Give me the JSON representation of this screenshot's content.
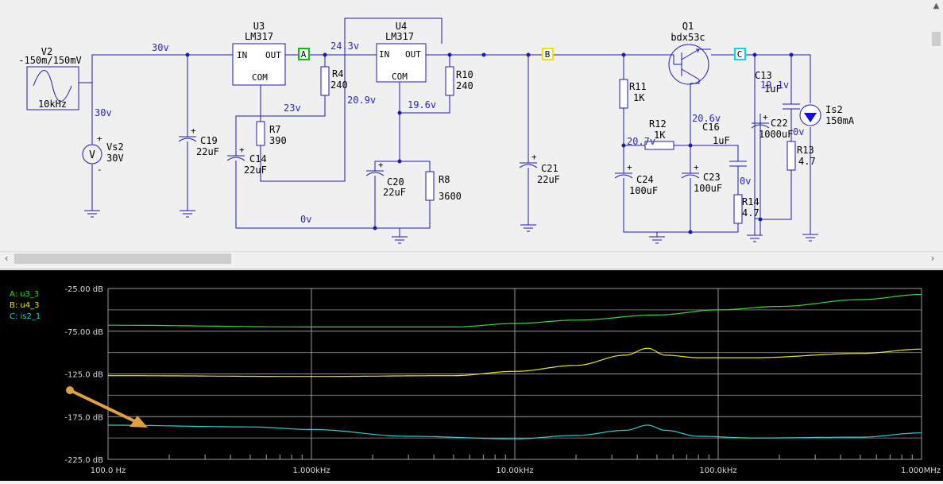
{
  "schematic": {
    "components": {
      "v2_name": "V2",
      "v2_value": "-150m/150mV",
      "v2_freq": "10kHz",
      "vs2_name": "Vs2",
      "vs2_value": "30V",
      "vs2_symbol": "V",
      "u3_name": "U3",
      "u3_part": "LM317",
      "u3_in": "IN",
      "u3_out": "OUT",
      "u3_com": "COM",
      "u4_name": "U4",
      "u4_part": "LM317",
      "u4_in": "IN",
      "u4_out": "OUT",
      "u4_com": "COM",
      "q1_name": "Q1",
      "q1_part": "bdx53c",
      "r4_name": "R4",
      "r4_value": "240",
      "r7_name": "R7",
      "r7_value": "390",
      "r8_name": "R8",
      "r8_value": "3600",
      "r10_name": "R10",
      "r10_value": "240",
      "r11_name": "R11",
      "r11_value": "1K",
      "r12_name": "R12",
      "r12_value": "1K",
      "r13_name": "R13",
      "r13_value": "4.7",
      "r14_name": "R14",
      "r14_value": "4.7",
      "c19_name": "C19",
      "c19_value": "22uF",
      "c14_name": "C14",
      "c14_value": "22uF",
      "c20_name": "C20",
      "c20_value": "22uF",
      "c21_name": "C21",
      "c21_value": "22uF",
      "c24_name": "C24",
      "c24_value": "100uF",
      "c23_name": "C23",
      "c23_value": "100uF",
      "c16_name": "C16",
      "c16_value": "1uF",
      "c13_name": "C13",
      "c13_value": "1uF",
      "c22_name": "C22",
      "c22_value": "1000uF",
      "is2_name": "Is2",
      "is2_value": "150mA",
      "plus": "+",
      "minus": "-"
    },
    "net_labels": {
      "n30v_top": "30v",
      "n30v_vs": "30v",
      "n24_3v": "24.3v",
      "n23v": "23v",
      "n20_9v": "20.9v",
      "n19_6v": "19.6v",
      "n0v": "0v",
      "n20_7v": "20.7v",
      "n20_6v": "20.6v",
      "n19_1v": "19.1v",
      "n0v_c16": "0v",
      "n0v_r13": "0v"
    },
    "probes": {
      "a": {
        "label": "A",
        "color": "#00c000"
      },
      "b": {
        "label": "B",
        "color": "#f0e000"
      },
      "c": {
        "label": "C",
        "color": "#00d8e8"
      }
    }
  },
  "scrollbars": {
    "left_arrow": "‹",
    "right_arrow": "›",
    "up_arrow": "▲"
  },
  "plot": {
    "legend": [
      {
        "label": "A: u3_3",
        "color": "#39d939"
      },
      {
        "label": "B: u4_3",
        "color": "#e6e620"
      },
      {
        "label": "C: is2_1",
        "color": "#29d0d0"
      }
    ],
    "y_ticks": [
      "-25.00 dB",
      "-75.00 dB",
      "-125.0 dB",
      "-175.0 dB",
      "-225.0 dB"
    ],
    "x_ticks": [
      "100.0 Hz",
      "1.000kHz",
      "10.00kHz",
      "100.0kHz",
      "1.000MHz"
    ],
    "annotation_color": "#e0a040"
  },
  "chart_data": {
    "type": "line",
    "x_scale": "log",
    "xlim": [
      100,
      1000000
    ],
    "ylim": [
      -225,
      -25
    ],
    "ylabel": "",
    "xlabel": "",
    "grid": true,
    "legend_position": "top-left",
    "series": [
      {
        "name": "A: u3_3",
        "color": "#39d939",
        "x": [
          100,
          1000,
          5000,
          10000,
          20000,
          50000,
          100000,
          200000,
          500000,
          1000000
        ],
        "y": [
          -68,
          -70,
          -70,
          -66,
          -62,
          -56,
          -50,
          -46,
          -38,
          -32
        ]
      },
      {
        "name": "B: u4_3",
        "color": "#e6e620",
        "x": [
          100,
          1000,
          5000,
          10000,
          20000,
          35000,
          45000,
          55000,
          80000,
          150000,
          500000,
          1000000
        ],
        "y": [
          -127,
          -128,
          -127,
          -122,
          -115,
          -103,
          -95,
          -103,
          -106,
          -106,
          -101,
          -96
        ]
      },
      {
        "name": "C: is2_1",
        "color": "#29d0d0",
        "x": [
          100,
          500,
          1000,
          3000,
          10000,
          20000,
          35000,
          45000,
          55000,
          80000,
          150000,
          500000,
          1000000
        ],
        "y": [
          -185,
          -187,
          -190,
          -198,
          -201,
          -197,
          -191,
          -185,
          -191,
          -198,
          -200,
          -199,
          -194
        ]
      }
    ]
  }
}
